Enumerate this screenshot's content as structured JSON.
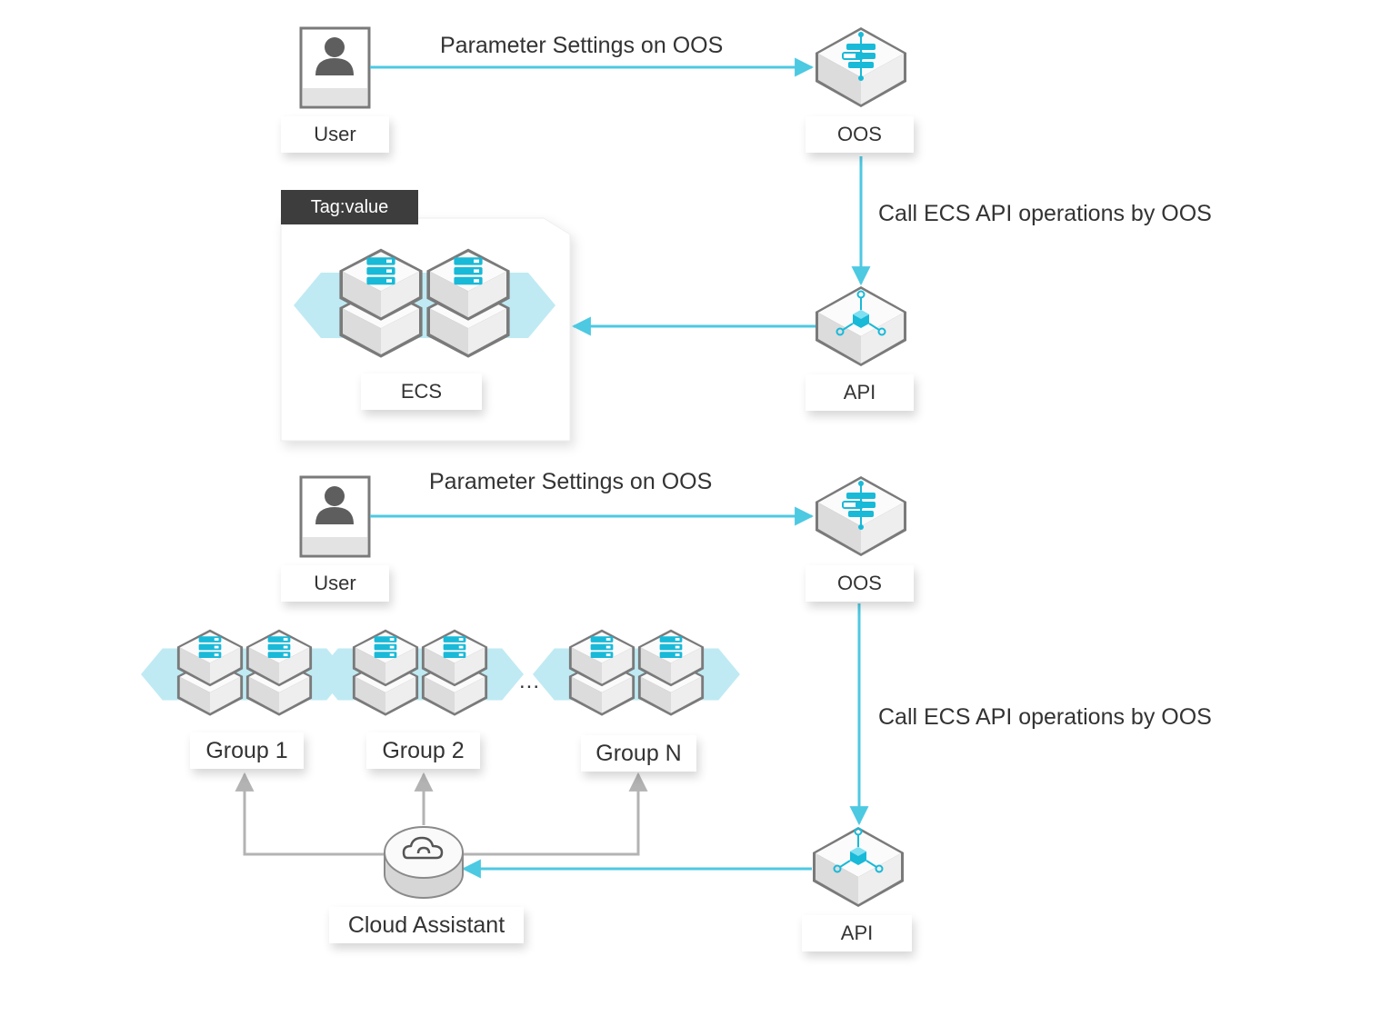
{
  "colors": {
    "accent": "#4dc9e2",
    "node_fill": "#f2f2f2",
    "connector_gray": "#b3b3b3",
    "tag_bg": "#3d3d3d"
  },
  "top": {
    "user_label": "User",
    "oos_label": "OOS",
    "api_label": "API",
    "ecs_label": "ECS",
    "tag_label": "Tag:value",
    "edge_user_oos": "Parameter Settings on OOS",
    "edge_oos_api": "Call ECS API operations by OOS"
  },
  "bottom": {
    "user_label": "User",
    "oos_label": "OOS",
    "api_label": "API",
    "edge_user_oos": "Parameter Settings on OOS",
    "edge_oos_api": "Call ECS API operations by OOS",
    "groups": [
      "Group 1",
      "Group 2",
      "Group N"
    ],
    "ellipsis": "...",
    "cloud_assistant_label": "Cloud Assistant"
  },
  "icons": {
    "user": "user-icon",
    "oos": "oos-flow-icon",
    "api": "api-network-icon",
    "server": "server-rack-icon",
    "cloud_assistant": "cloud-icon"
  }
}
